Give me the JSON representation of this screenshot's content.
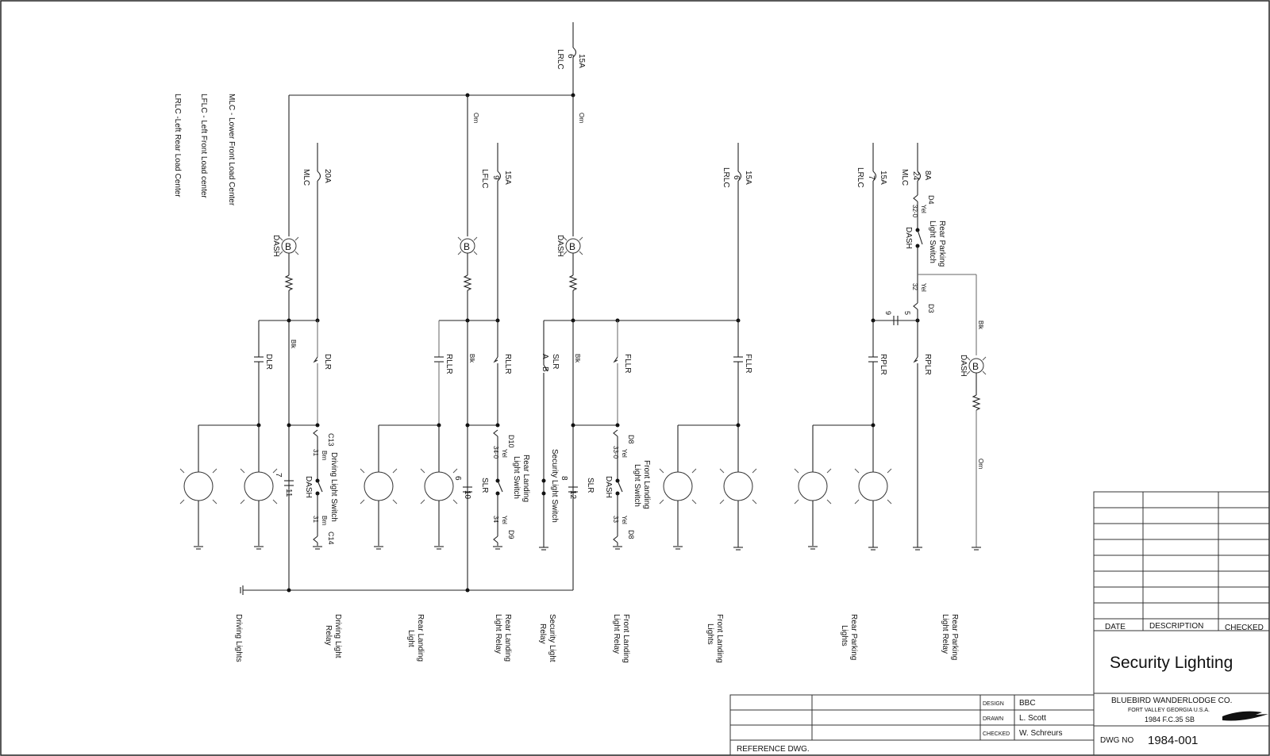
{
  "legend": [
    "MLC - Lower Front Load Center",
    "LFLC - Left Front Load center",
    "LRLC -Left Rear Load Center"
  ],
  "main_feed": {
    "amps": "15A",
    "num": "6",
    "source": "LRLC"
  },
  "wire_colors": {
    "orn": "Orn",
    "blk": "Blk",
    "yel": "Yel",
    "brn": "Brn"
  },
  "fuses": [
    {
      "amps": "20A",
      "num": "",
      "source": "MLC"
    },
    {
      "amps": "15A",
      "num": "9",
      "source": "LFLC"
    },
    {
      "amps": "15A",
      "num": "6",
      "source": "LRLC"
    },
    {
      "amps": "15A",
      "num": "7",
      "source": "LRLC"
    },
    {
      "amps": "8A",
      "num": "24",
      "source": "MLC"
    }
  ],
  "dash_label": "DASH",
  "breaker_glyph": "B",
  "relays": {
    "dlr": "DLR",
    "rllr": "RLLR",
    "slr": "SLR",
    "fllr": "FLLR",
    "rplr": "RPLR",
    "slr_a": "A",
    "slr_b": "B"
  },
  "connectors": {
    "c13": "C13",
    "c14": "C14",
    "n31a": "31",
    "n31b": "31",
    "d10": "D10",
    "d9": "D9",
    "n34_0": "34-0",
    "n34": "34",
    "d8a": "D8",
    "d8b": "D8",
    "n33_0": "33-0",
    "n33": "33",
    "d4": "D4",
    "d3": "D3",
    "n32_0": "32-0",
    "n32": "32",
    "n9": "9",
    "n5": "5"
  },
  "pin_numbers": {
    "dlr": {
      "top": "7",
      "bottom": "11"
    },
    "rllr": {
      "top": "6",
      "bottom": "10"
    },
    "slr": {
      "top": "8",
      "bottom": "12"
    }
  },
  "switches": {
    "driving": "Driving Light Switch",
    "rear_landing": [
      "Rear Landing",
      "Light Switch"
    ],
    "security": "Security Light Switch",
    "front_landing": [
      "Front Landing",
      "Light Switch"
    ],
    "rear_parking": [
      "Rear Parking",
      "Light Switch"
    ]
  },
  "bottom_labels": [
    [
      "Driving Lights"
    ],
    [
      "Driving Light",
      "Relay"
    ],
    [
      "Rear Landing",
      "Light"
    ],
    [
      "Rear Landing",
      "Light Relay"
    ],
    [
      "Security Light",
      "Relay"
    ],
    [
      "Front Landing",
      "Light Relay"
    ],
    [
      "Front Landing",
      "Lights"
    ],
    [
      "Rear Parking",
      "Lights"
    ],
    [
      "Rear Parking",
      "Light Relay"
    ]
  ],
  "revision_table": {
    "date_header": "DATE",
    "description_header": "DESCRIPTION",
    "checked_header": "CHECKED"
  },
  "title_block": {
    "title": "Security Lighting",
    "company": "BLUEBIRD WANDERLODGE CO.",
    "location": "FORT VALLEY GEORGIA U.S.A.",
    "model": "1984 F.C.35 SB",
    "dwg_no_label": "DWG NO",
    "dwg_no": "1984-001",
    "design_label": "DESIGN",
    "design_value": "BBC",
    "drawn_label": "DRAWN",
    "drawn_value": "L. Scott",
    "checked_label": "CHECKED",
    "checked_value": "W. Schreurs",
    "reference_label": "REFERENCE DWG."
  }
}
